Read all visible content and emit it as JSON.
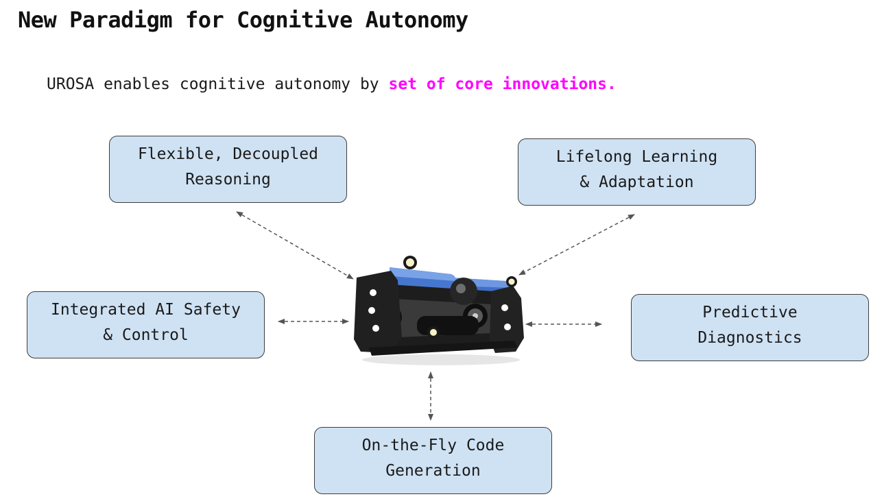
{
  "header": {
    "title": "New Paradigm for Cognitive Autonomy"
  },
  "intro": {
    "lead": "UROSA enables cognitive autonomy by ",
    "highlight": "set of core innovations."
  },
  "nodes": {
    "flexible_reasoning": {
      "line1": "Flexible, Decoupled",
      "line2": "Reasoning"
    },
    "lifelong_learning": {
      "line1": "Lifelong Learning",
      "line2": "& Adaptation"
    },
    "ai_safety": {
      "line1": "Integrated AI Safety",
      "line2": "& Control"
    },
    "predictive_diagnostics": {
      "line1": "Predictive",
      "line2": "Diagnostics"
    },
    "code_generation": {
      "line1": "On-the-Fly Code",
      "line2": "Generation"
    }
  },
  "colors": {
    "node_fill": "#cfe2f3",
    "node_border": "#3c3c3c",
    "highlight": "#ff00ff",
    "connector": "#555555"
  },
  "icons": {
    "center_image": "underwater-rov-robot"
  }
}
